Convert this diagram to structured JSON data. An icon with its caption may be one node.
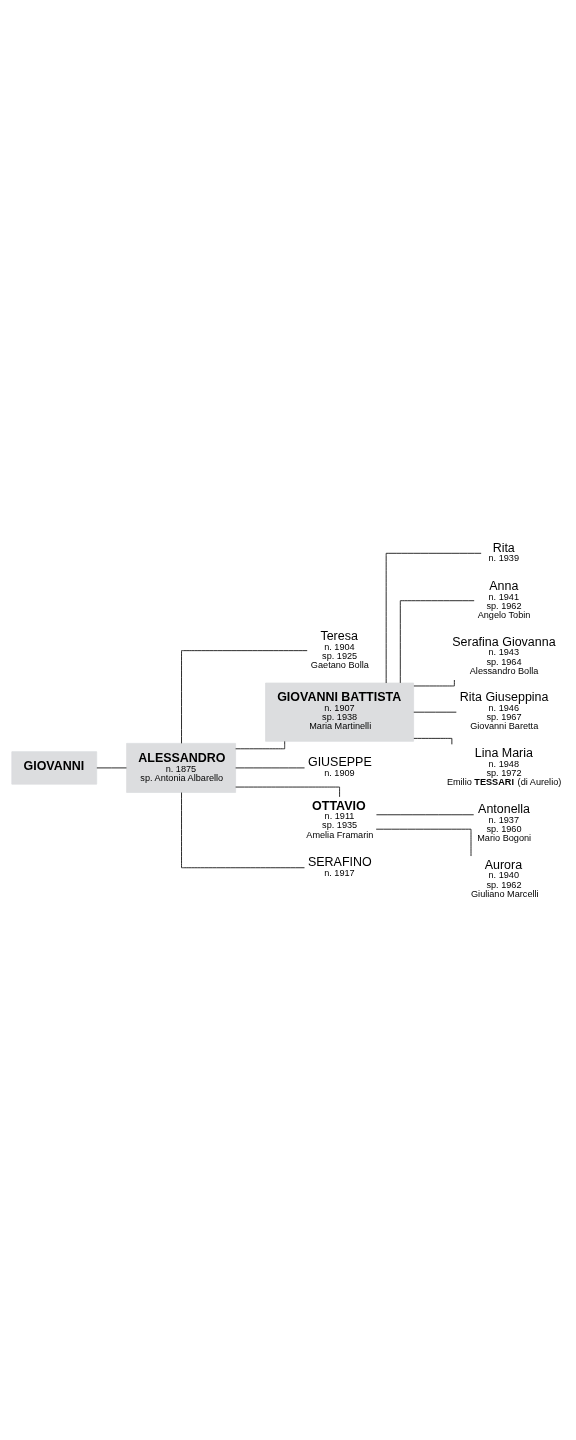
{
  "diagram": {
    "nodes": [
      {
        "text": [
          "GIOVANNI"
        ]
      },
      {
        "text": [
          "ALESSANDRO",
          "n. 1875",
          "sp. Antonia Albarello"
        ]
      },
      {
        "text": [
          "Teresa",
          "n. 1904",
          "sp. 1925",
          "Gaetano Bolla"
        ]
      },
      {
        "text": [
          "GIOVANNI BATTISTA",
          "n. 1907",
          "sp. 1938",
          "Maria Martinelli"
        ]
      },
      {
        "text": [
          "GIUSEPPE",
          "n. 1909"
        ]
      },
      {
        "text": [
          "OTTAVIO",
          "n. 1911",
          "sp. 1935",
          "Amelia Framarin"
        ]
      },
      {
        "text": [
          "SERAFINO",
          "n. 1917"
        ]
      },
      {
        "text": [
          "Rita",
          "n. 1939"
        ]
      },
      {
        "text": [
          "Anna",
          "n. 1941",
          "sp. 1962",
          "Angelo Tobin"
        ]
      },
      {
        "text": [
          "Serafina Giovanna",
          "n. 1943",
          "sp. 1964",
          "Alessandro Bolla"
        ]
      },
      {
        "text": [
          "Rita Giuseppina",
          "n. 1946",
          "sp. 1967",
          "Giovanni Baretta"
        ]
      },
      {
        "text": [
          "Lina Maria",
          "n. 1948",
          "sp. 1972",
          "Emilio **TESSARI** (di Aurelio)"
        ]
      },
      {
        "text": [
          "Antonella",
          "n. 1937",
          "sp. 1960",
          "Mario Bogoni"
        ]
      },
      {
        "text": [
          "Aurora",
          "n. 1940",
          "sp. 1962",
          "Giuliano Marcelli"
        ]
      }
    ],
    "edges": [
      {
        "from": 0,
        "to": 1,
        "arrow": "none"
      },
      {
        "from": 1,
        "to": 2,
        "arrow": "none"
      },
      {
        "from": 1,
        "to": 3,
        "arrow": "none"
      },
      {
        "from": 1,
        "to": 4,
        "arrow": "none"
      },
      {
        "from": 1,
        "to": 5,
        "arrow": "none"
      },
      {
        "from": 1,
        "to": 6,
        "arrow": "none"
      },
      {
        "from": 3,
        "to": 7,
        "arrow": "none"
      },
      {
        "from": 3,
        "to": 8,
        "arrow": "none"
      },
      {
        "from": 3,
        "to": 9,
        "arrow": "none"
      },
      {
        "from": 3,
        "to": 10,
        "arrow": "none"
      },
      {
        "from": 3,
        "to": 11,
        "arrow": "none"
      },
      {
        "from": 5,
        "to": 12,
        "arrow": "none"
      },
      {
        "from": 5,
        "to": 13,
        "arrow": "none"
      }
    ]
  }
}
